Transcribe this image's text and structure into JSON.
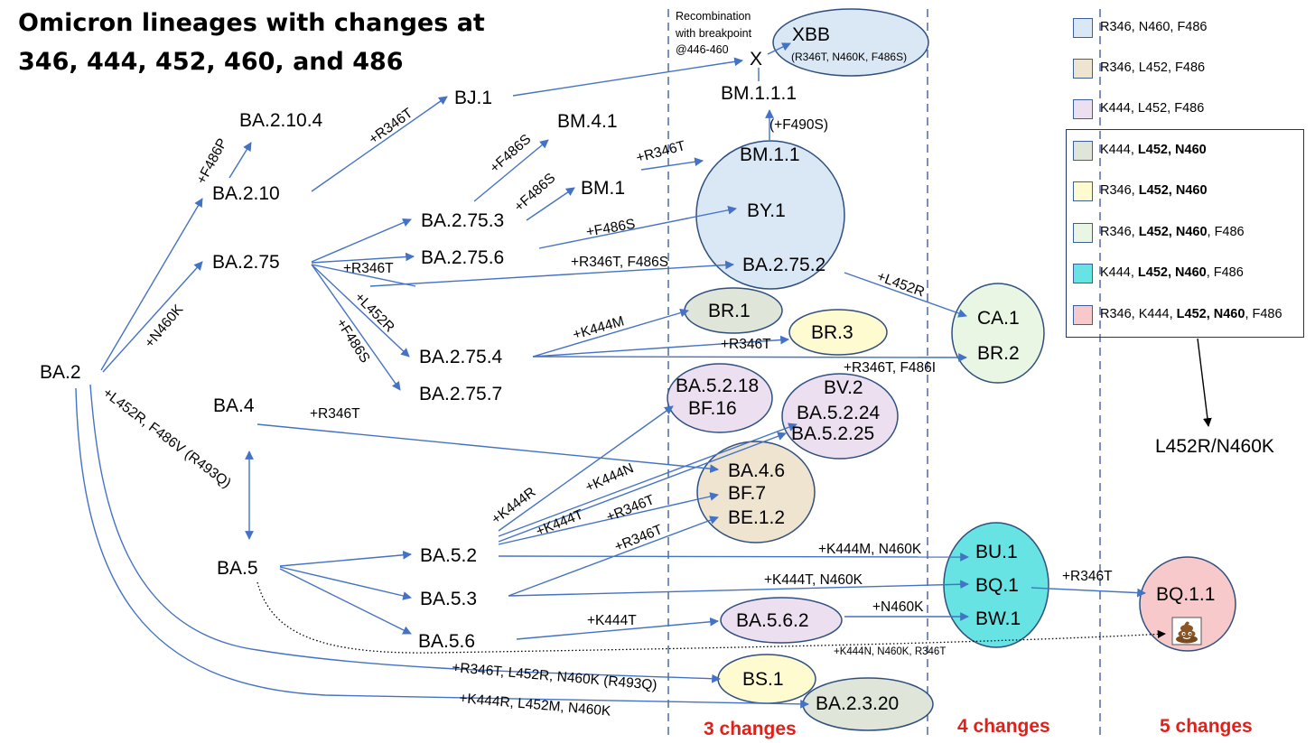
{
  "title": [
    "Omicron lineages with changes at",
    "346, 444, 452, 460, and 486"
  ],
  "recombination_note": [
    "Recombination",
    "with breakpoint",
    "@446-460"
  ],
  "recombination_marker": "X",
  "lineages": {
    "BA2": "BA.2",
    "BA2_10_4": "BA.2.10.4",
    "BA2_10": "BA.2.10",
    "BA2_75": "BA.2.75",
    "BA2_75_3": "BA.2.75.3",
    "BA2_75_6": "BA.2.75.6",
    "BA2_75_4": "BA.2.75.4",
    "BA2_75_7": "BA.2.75.7",
    "BJ1": "BJ.1",
    "BM4_1": "BM.4.1",
    "BM1": "BM.1",
    "BM1_1": "BM.1.1",
    "BM1_1_1": "BM.1.1.1",
    "BY1": "BY.1",
    "BA2_75_2": "BA.2.75.2",
    "XBB": "XBB",
    "BR1": "BR.1",
    "BR3": "BR.3",
    "CA1": "CA.1",
    "BR2": "BR.2",
    "BA4": "BA.4",
    "BA5": "BA.5",
    "BA5_2": "BA.5.2",
    "BA5_3": "BA.5.3",
    "BA5_6": "BA.5.6",
    "BA5_2_18": "BA.5.2.18",
    "BF16": "BF.16",
    "BV2": "BV.2",
    "BA5_2_24": "BA.5.2.24",
    "BA5_2_25": "BA.5.2.25",
    "BA4_6": "BA.4.6",
    "BF7": "BF.7",
    "BE1_2": "BE.1.2",
    "BU1": "BU.1",
    "BQ1": "BQ.1",
    "BW1": "BW.1",
    "BA5_6_2": "BA.5.6.2",
    "BQ1_1": "BQ.1.1",
    "BS1": "BS.1",
    "BA2_3_20": "BA.2.3.20"
  },
  "xbb_mutations": "(R346T, N460K, F486S)",
  "mutation_labels": {
    "F486P": "+F486P",
    "N460K": "+N460K",
    "R346T_BJ1": "+R346T",
    "F486S_BM41": "+F486S",
    "F486S_BM1": "+F486S",
    "R346T_BM11": "+R346T",
    "F490S": "(+F490S)",
    "F486S_BY1": "+F486S",
    "R346T_2756": "+R346T",
    "R346T_F486S": "+R346T, F486S",
    "L452R_BA2754": "+L452R",
    "F486S_BA2757": "+F486S",
    "K444M": "+K444M",
    "R346T_BR3": "+R346T",
    "R346T_F486I": "+R346T, F486I",
    "L452R_CA1": "+L452R",
    "L452R_F486V": "+L452R, F486V (R493Q)",
    "R346T_BA4": "+R346T",
    "K444R": "+K444R",
    "K444N": "+K444N",
    "K444T_BA52": "+K444T",
    "R346T_BF7": "+R346T",
    "R346T_BE12": "+R346T",
    "K444M_N460K": "+K444M, N460K",
    "K444T_N460K": "+K444T, N460K",
    "K444T_BA562": "+K444T",
    "N460K_BW1": "+N460K",
    "R346T_BQ11": "+R346T",
    "K444N_N460K_R346T": "+K444N, N460K, R346T",
    "R346T_L452R_N460K": "+R346T, L452R, N460K (R493Q)",
    "K444R_L452M_N460K": "+K444R, L452M, N460K"
  },
  "column_labels": [
    "3 changes",
    "4 changes",
    "5 changes"
  ],
  "legend": [
    {
      "parts": [
        {
          "t": "R346, N460, F486",
          "b": false
        }
      ],
      "color": "#dae8f6"
    },
    {
      "parts": [
        {
          "t": "R346, L452, F486",
          "b": false
        }
      ],
      "color": "#efe4cf"
    },
    {
      "parts": [
        {
          "t": "K444, L452, F486",
          "b": false
        }
      ],
      "color": "#ece0f0"
    },
    {
      "parts": [
        {
          "t": "K444, ",
          "b": false
        },
        {
          "t": "L452, N460",
          "b": true
        }
      ],
      "color": "#dfe6d9"
    },
    {
      "parts": [
        {
          "t": "R346, ",
          "b": false
        },
        {
          "t": "L452, N460",
          "b": true
        }
      ],
      "color": "#fefbd0"
    },
    {
      "parts": [
        {
          "t": "R346, ",
          "b": false
        },
        {
          "t": "L452, N460",
          "b": true
        },
        {
          "t": ", F486",
          "b": false
        }
      ],
      "color": "#e9f6e4"
    },
    {
      "parts": [
        {
          "t": "K444, ",
          "b": false
        },
        {
          "t": "L452, N460",
          "b": true
        },
        {
          "t": ", F486",
          "b": false
        }
      ],
      "color": "#67e3e3"
    },
    {
      "parts": [
        {
          "t": "R346, K444, ",
          "b": false
        },
        {
          "t": "L452, N460",
          "b": true
        },
        {
          "t": ", F486",
          "b": false
        }
      ],
      "color": "#f8c9cb"
    }
  ],
  "legend_group_label": "L452R/N460K",
  "colors": {
    "arrow": "#4472c4",
    "dashed_line": "#2f5597",
    "column_label": "#e0201b",
    "circle_stroke": "#2f4f7f"
  },
  "poop_icon": "poop-emoji-icon"
}
